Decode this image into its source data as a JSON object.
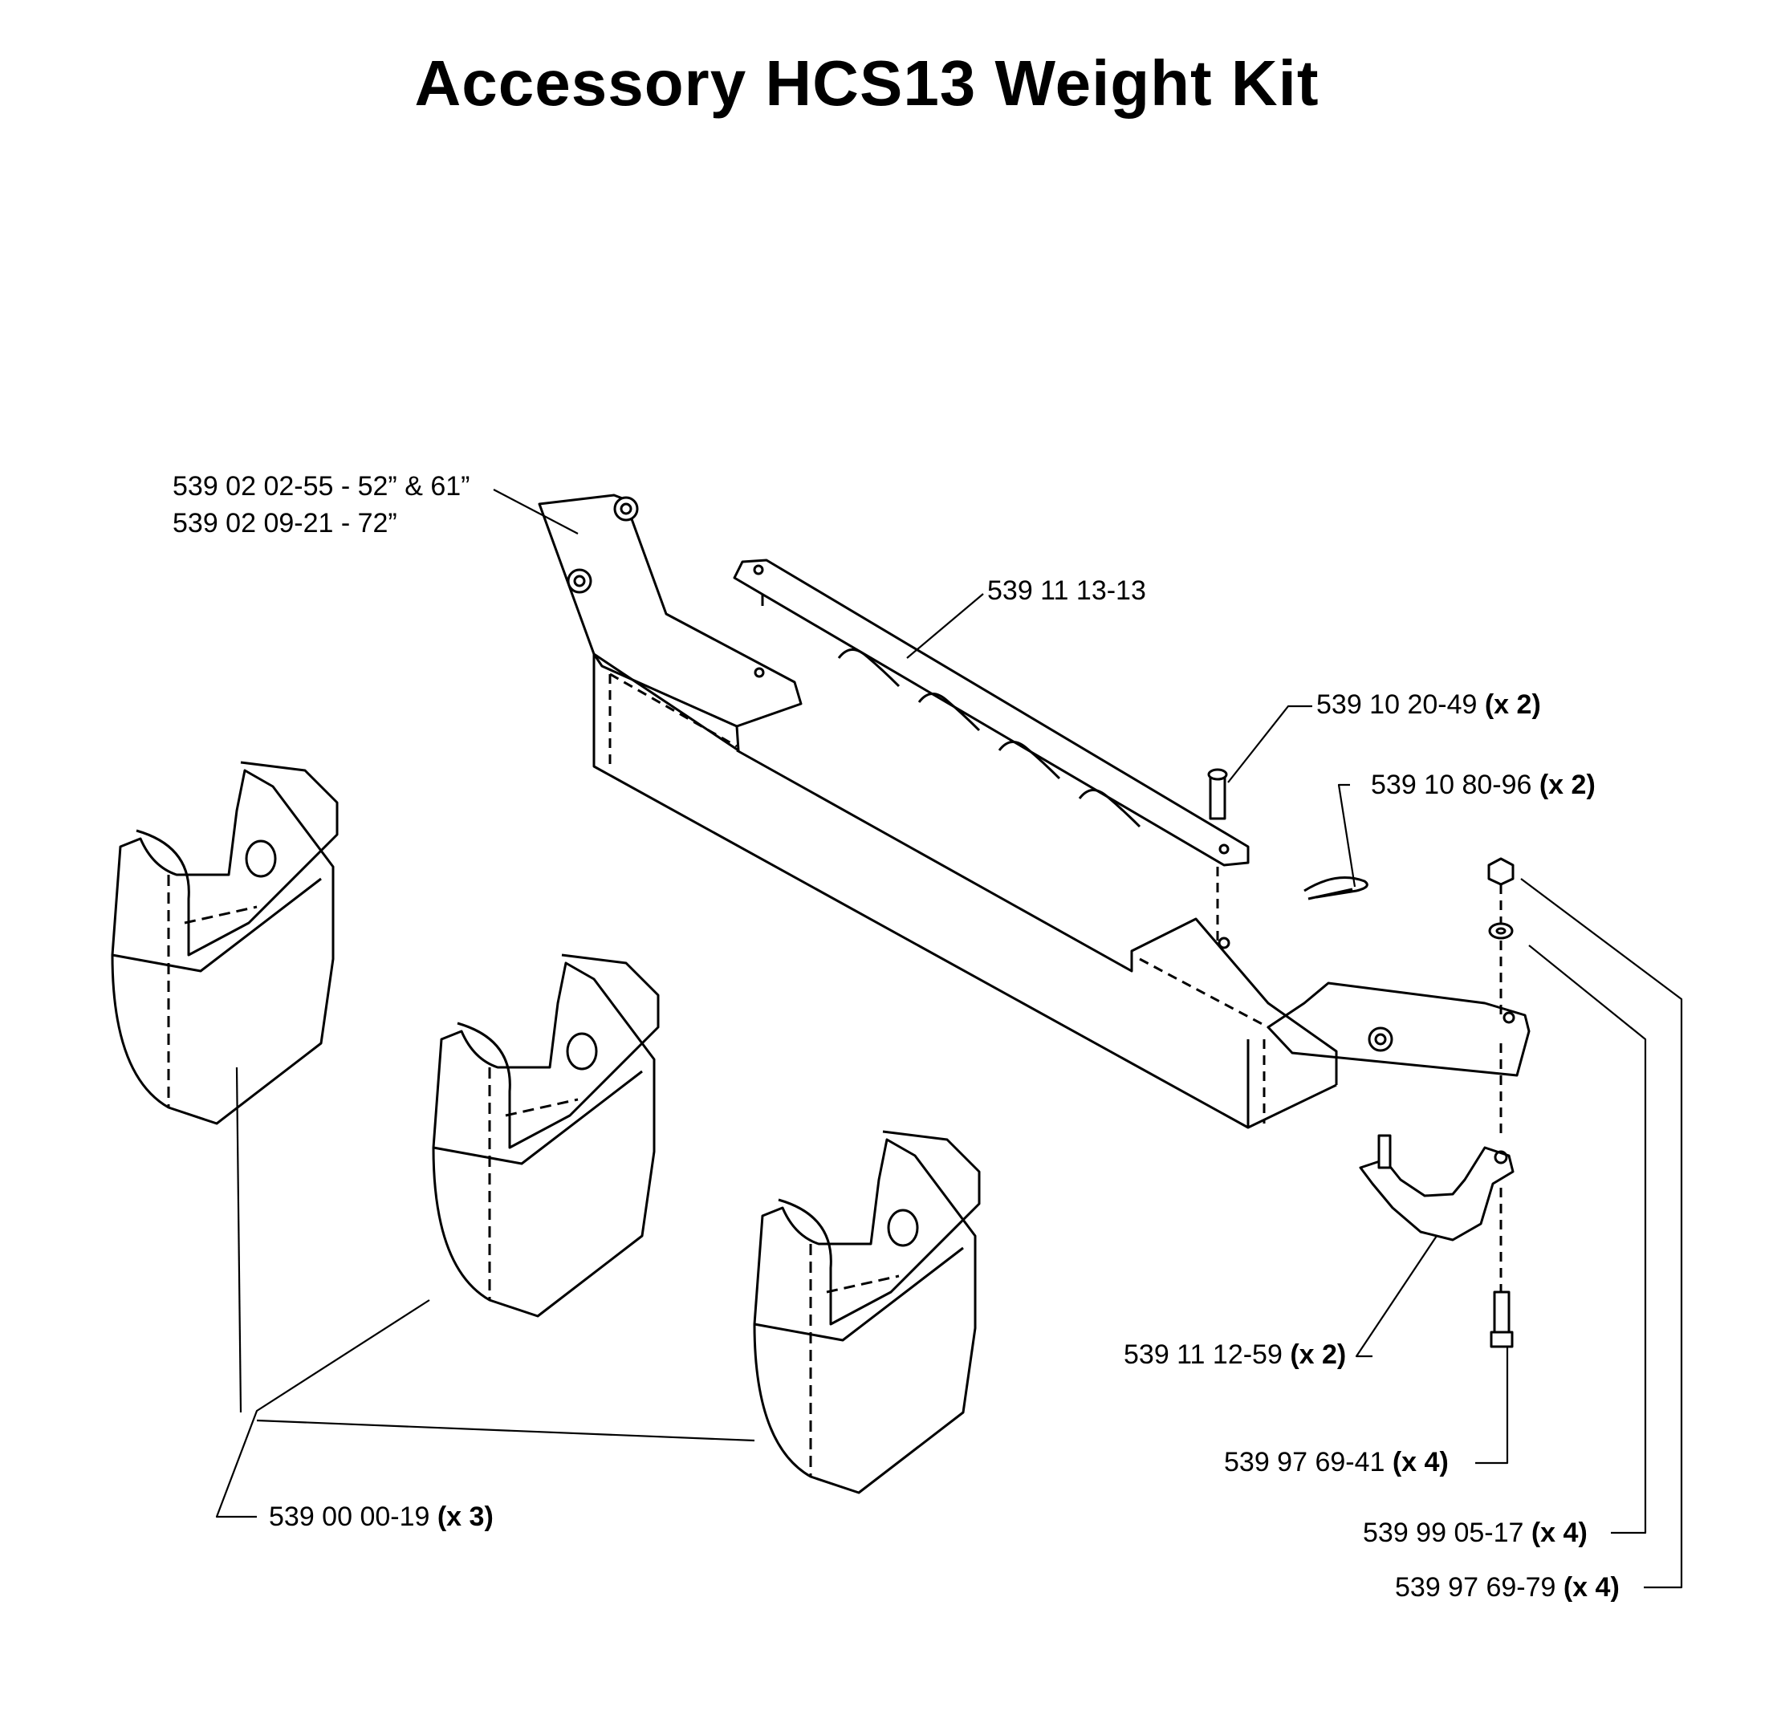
{
  "title": "Accessory HCS13 Weight Kit",
  "parts": [
    {
      "id": "p1a",
      "number": "539 02 02-55 - 52” & 61”",
      "qty": ""
    },
    {
      "id": "p1b",
      "number": "539 02 09-21 - 72”",
      "qty": ""
    },
    {
      "id": "p2",
      "number": "539 11 13-13",
      "qty": ""
    },
    {
      "id": "p3",
      "number": "539 10 20-49",
      "qty": "(x 2)"
    },
    {
      "id": "p4",
      "number": "539 10 80-96",
      "qty": "(x 2)"
    },
    {
      "id": "p5",
      "number": "539 11 12-59",
      "qty": "(x 2)"
    },
    {
      "id": "p6",
      "number": "539 97 69-41",
      "qty": "(x 4)"
    },
    {
      "id": "p7",
      "number": "539 99 05-17",
      "qty": "(x 4)"
    },
    {
      "id": "p8",
      "number": "539 97 69-79",
      "qty": "(x 4)"
    },
    {
      "id": "p9",
      "number": "539 00 00-19",
      "qty": "(x 3)"
    }
  ]
}
